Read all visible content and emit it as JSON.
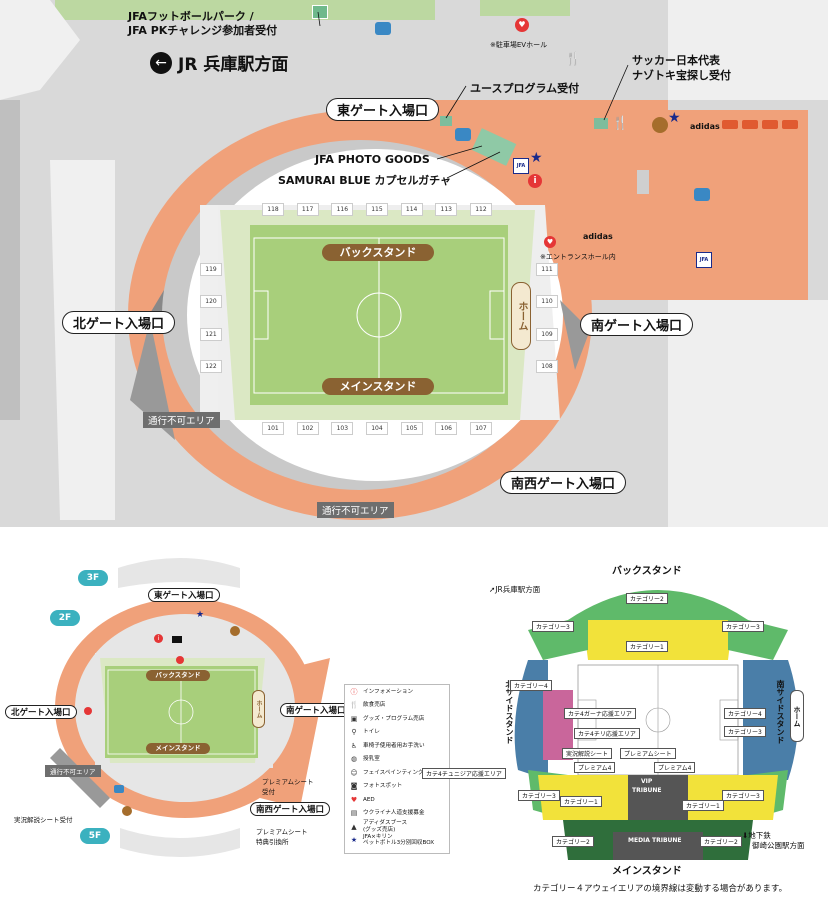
{
  "top_map": {
    "direction": "JR 兵庫駅方面",
    "park_line1": "JFAフットボールパーク /",
    "park_line2": "JFA PKチャレンジ参加者受付",
    "ev_hall": "※駐車場EVホール",
    "youth": "ユースプログラム受付",
    "samurai_line1": "サッカー日本代表",
    "samurai_line2": "ナゾトキ宝探し受付",
    "goods": "JFA PHOTO GOODS",
    "gacha": "SAMURAI BLUE カプセルガチャ",
    "entrance_hall": "※エントランスホール内",
    "gate_east": "東ゲート入場口",
    "gate_north": "北ゲート入場口",
    "gate_south": "南ゲート入場口",
    "gate_southwest": "南西ゲート入場口",
    "no_pass": "通行不可エリア",
    "back_stand": "バックスタンド",
    "main_stand": "メインスタンド",
    "home": "ホーム",
    "back_blocks": [
      "118",
      "117",
      "116",
      "115",
      "114",
      "113",
      "112"
    ],
    "main_blocks": [
      "101",
      "102",
      "103",
      "104",
      "105",
      "106",
      "107"
    ],
    "left_blocks": [
      "119",
      "120",
      "121",
      "122"
    ],
    "right_blocks": [
      "111",
      "110",
      "109",
      "108"
    ],
    "aed": "AED",
    "jfa": "JFA",
    "adidas": "adidas"
  },
  "floor_map": {
    "floors": [
      "3F",
      "2F",
      "5F"
    ],
    "gate_east": "東ゲート入場口",
    "gate_north": "北ゲート入場口",
    "gate_south": "南ゲート入場口",
    "gate_southwest": "南西ゲート入場口",
    "no_pass": "通行不可エリア",
    "back_stand": "バックスタンド",
    "main_stand": "メインスタンド",
    "home": "ホーム",
    "premium_reception_1": "プレミアムシート",
    "premium_reception_2": "受付",
    "commentary_reception": "実況解説シート受付",
    "premium_exchange_1": "プレミアムシート",
    "premium_exchange_2": "特典引換所"
  },
  "legend": [
    {
      "icon": "info-icon",
      "label": "インフォメーション"
    },
    {
      "icon": "food-icon",
      "label": "飲食売店"
    },
    {
      "icon": "shop-icon",
      "label": "グッズ・プログラム売店"
    },
    {
      "icon": "toilet-icon",
      "label": "トイレ"
    },
    {
      "icon": "wheelchair-icon",
      "label": "車椅子使用者用お手洗い"
    },
    {
      "icon": "nursing-icon",
      "label": "授乳室"
    },
    {
      "icon": "facepaint-icon",
      "label": "フェイスペインティング"
    },
    {
      "icon": "photo-icon",
      "label": "フォトスポット"
    },
    {
      "icon": "aed-icon",
      "label": "AED"
    },
    {
      "icon": "ukraine-icon",
      "label": "ウクライナ人道支援募金"
    },
    {
      "icon": "adidas-icon",
      "label": "アディダスブース\n(グッズ売店)"
    },
    {
      "icon": "star-icon",
      "label": "JFA×キリン\nペットボトル3分別回収BOX"
    }
  ],
  "seat_map": {
    "back_stand": "バックスタンド",
    "main_stand": "メインスタンド",
    "north_side": "北サイドスタンド",
    "south_side": "南サイドスタンド",
    "home": "ホーム",
    "jr_direction": "JR兵庫駅方面",
    "subway": "地下鉄",
    "subway_station": "御崎公園駅方面",
    "cat1": "カテゴリー1",
    "cat2": "カテゴリー2",
    "cat3": "カテゴリー3",
    "cat4": "カテゴリー4",
    "premium4": "プレミアム4",
    "premium_seat": "プレミアムシート",
    "commentary_seat": "実況解説シート",
    "cat4_gana": "カテ4ガーナ応援エリア",
    "cat4_chile": "カテ4チリ応援エリア",
    "cat4_tunisia": "カテ4チュニジア応援エリア",
    "vip": "VIP",
    "tribune": "TRIBUNE",
    "media": "MEDIA TRIBUNE",
    "note": "カテゴリー４アウェイエリアの境界線は変動する場合があります。"
  },
  "colors": {
    "orange": "#f0a17a",
    "pitch": "#a8cf7b",
    "seat_gray": "#e6e6e6",
    "cat_yellow": "#f2e23a",
    "cat_green": "#5fba6a",
    "cat_blue": "#4a7ea8",
    "cat_pink": "#c9669b",
    "dark_green": "#2f6e3b",
    "teal": "#3bb1bf"
  }
}
